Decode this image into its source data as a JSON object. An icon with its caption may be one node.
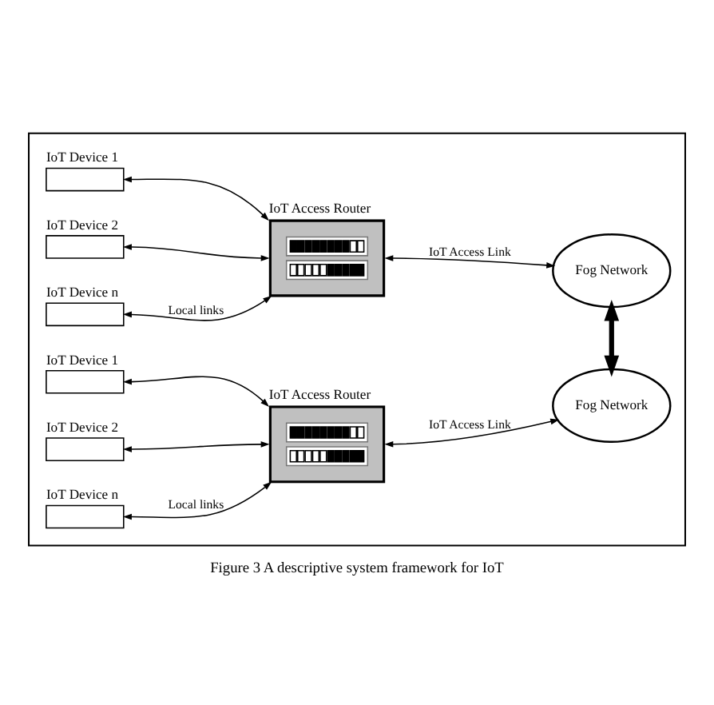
{
  "diagram": {
    "caption": "Figure 3 A descriptive system framework for IoT",
    "nodes": [
      {
        "text": [],
        "shape": "box"
      },
      {
        "text": [
          "IoT Device 1"
        ],
        "in": 0
      },
      {
        "text": [
          "IoT Device 2"
        ],
        "in": 0
      },
      {
        "text": [
          "IoT Device n"
        ],
        "in": 0
      },
      {
        "text": [
          "IoT Access Router"
        ],
        "in": 0
      },
      {
        "text": [
          "Fog Network"
        ],
        "in": 0
      },
      {
        "text": [
          "IoT Device 1"
        ],
        "in": 0
      },
      {
        "text": [
          "IoT Device 2"
        ],
        "in": 0
      },
      {
        "text": [
          "IoT Device n"
        ],
        "in": 0
      },
      {
        "text": [
          "IoT Access Router"
        ],
        "in": 0
      },
      {
        "text": [
          "Fog Network"
        ],
        "in": 0
      }
    ],
    "edges": [
      {
        "from": 1,
        "to": 4,
        "arrow": "both"
      },
      {
        "from": 2,
        "to": 4,
        "arrow": "both"
      },
      {
        "from": 3,
        "to": 4,
        "arrow": "both",
        "label": "Local links"
      },
      {
        "from": 4,
        "to": 5,
        "arrow": "both",
        "label": "IoT Access Link"
      },
      {
        "from": 5,
        "to": 10,
        "arrow": "both",
        "style": "thick"
      },
      {
        "from": 6,
        "to": 9,
        "arrow": "both"
      },
      {
        "from": 7,
        "to": 9,
        "arrow": "both"
      },
      {
        "from": 8,
        "to": 9,
        "arrow": "both",
        "label": "Local links"
      },
      {
        "from": 9,
        "to": 10,
        "arrow": "both",
        "label": "IoT Access Link"
      }
    ]
  }
}
